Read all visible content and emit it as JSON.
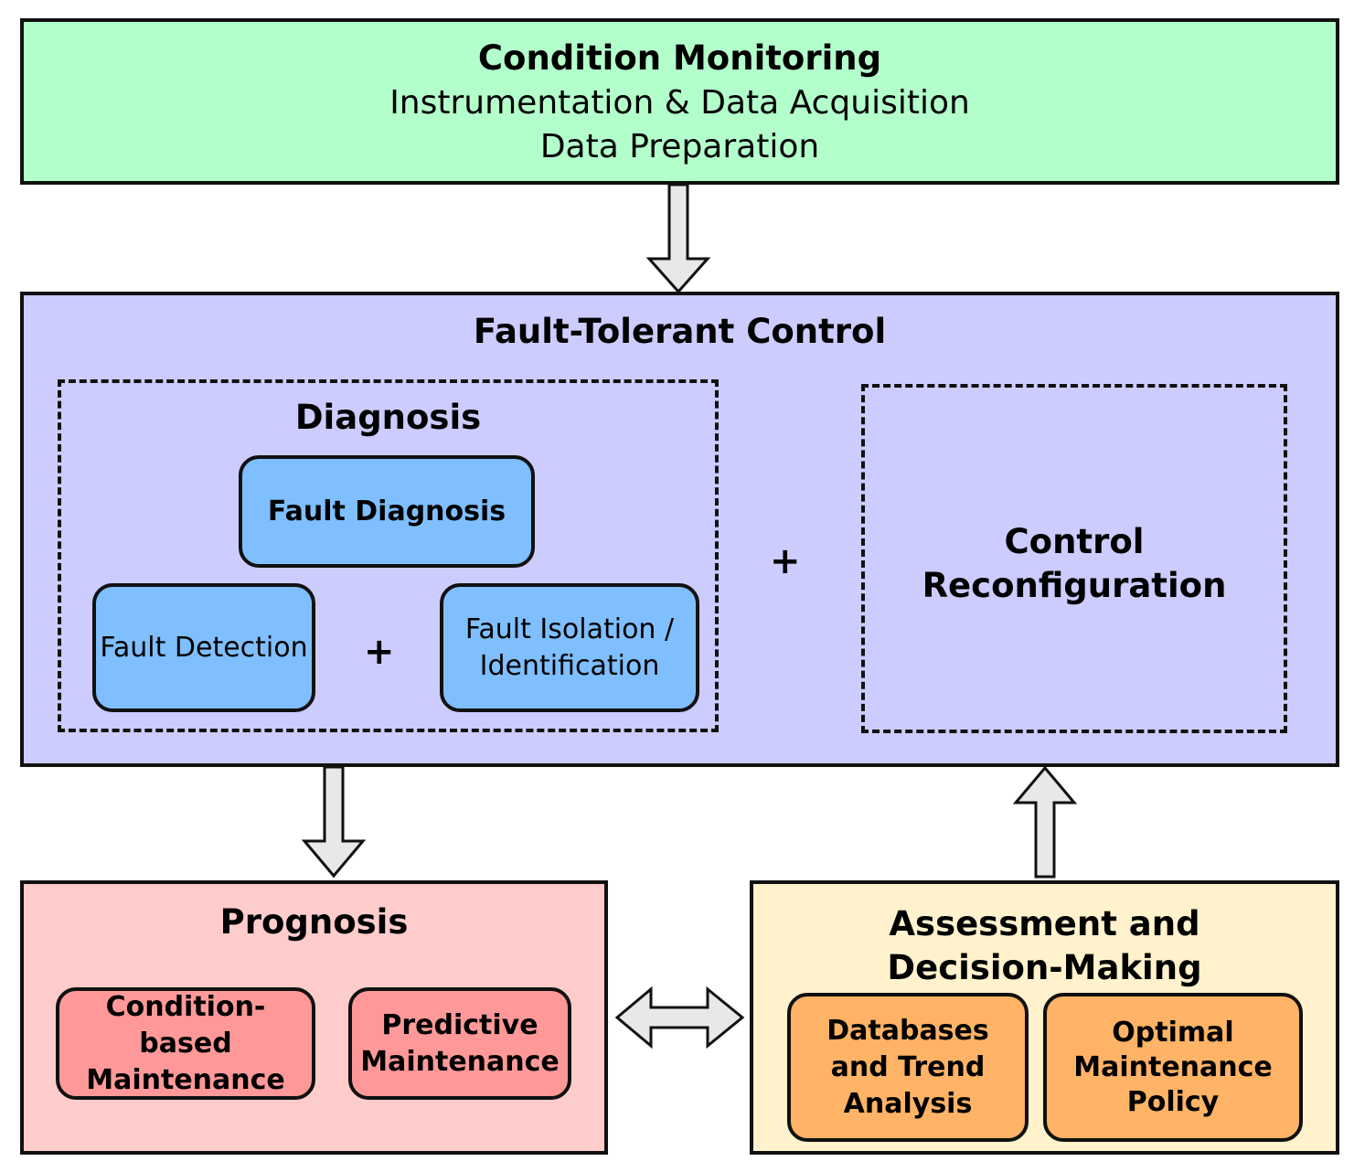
{
  "condition_monitoring": {
    "title": "Condition Monitoring",
    "line1": "Instrumentation & Data Acquisition",
    "line2": "Data Preparation"
  },
  "fault_tolerant_control": {
    "title": "Fault-Tolerant Control",
    "diagnosis": {
      "title": "Diagnosis",
      "fault_diagnosis": "Fault Diagnosis",
      "fault_detection": "Fault Detection",
      "plus": "+",
      "fault_isolation": "Fault Isolation / Identification"
    },
    "plus": "+",
    "control_reconfiguration": {
      "line1": "Control",
      "line2": "Reconfiguration"
    }
  },
  "prognosis": {
    "title": "Prognosis",
    "condition_based": "Condition-based Maintenance",
    "predictive": "Predictive Maintenance"
  },
  "assessment": {
    "line1": "Assessment and",
    "line2": "Decision-Making",
    "databases": "Databases and Trend Analysis",
    "optimal": "Optimal Maintenance Policy"
  },
  "colors": {
    "condition_monitoring_fill": "#b3ffcc",
    "fault_tolerant_fill": "#ccccff",
    "inner_box_fill": "#7fbfff",
    "prognosis_fill": "#ffcccc",
    "prognosis_inner_fill": "#ff9999",
    "assessment_fill": "#fff2cc",
    "assessment_inner_fill": "#ffb366",
    "arrow_fill": "#e8e8e8"
  }
}
